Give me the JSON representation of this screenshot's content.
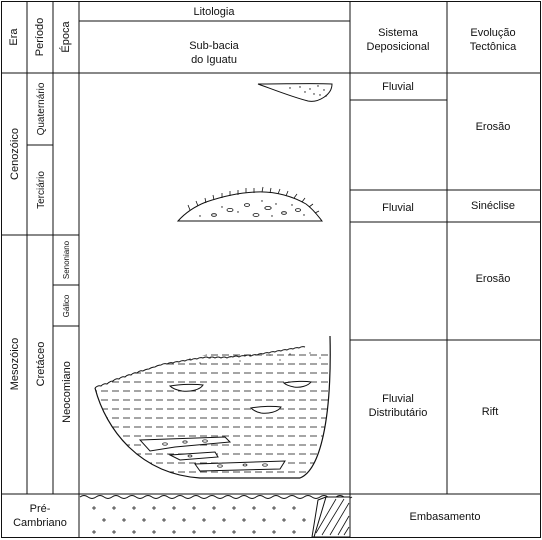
{
  "header": {
    "era": "Era",
    "periodo": "Período",
    "epoca": "Época",
    "litologia": "Litologia",
    "sub_bacia_line1": "Sub-bacia",
    "sub_bacia_line2": "do Iguatu",
    "sistema_line1": "Sistema",
    "sistema_line2": "Deposicional",
    "evolucao_line1": "Evolução",
    "evolucao_line2": "Tectônica"
  },
  "eras": {
    "cenozoico": "Cenozóico",
    "mesozoico": "Mesozóico",
    "pre_cambriano_line1": "Pré-",
    "pre_cambriano_line2": "Cambriano"
  },
  "periods": {
    "quaternario": "Quaternário",
    "terciario": "Terciário",
    "cretaceo": "Cretáceo"
  },
  "epochs": {
    "senoniano": "Senoniano",
    "galico": "Gálico",
    "neocomiano": "Neocomiano"
  },
  "sistemas": {
    "fluvial_top": "Fluvial",
    "fluvial_mid": "Fluvial",
    "fluvial_dist_line1": "Fluvial",
    "fluvial_dist_line2": "Distributário"
  },
  "evolucao": {
    "erosao_top": "Erosão",
    "sineclise": "Sinéclise",
    "erosao_mid": "Erosão",
    "rift": "Rift"
  },
  "embasamento": "Embasamento"
}
